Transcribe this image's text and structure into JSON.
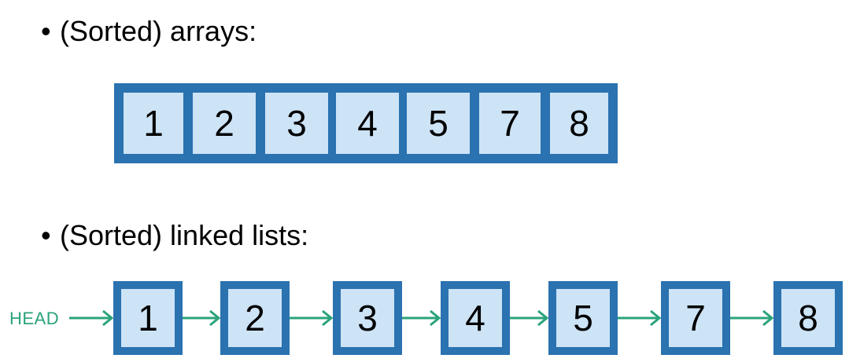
{
  "bullets": {
    "arrays": "(Sorted) arrays:",
    "lists": "(Sorted) linked lists:",
    "symbol": "•"
  },
  "array": {
    "values": [
      "1",
      "2",
      "3",
      "4",
      "5",
      "7",
      "8"
    ]
  },
  "linked_list": {
    "head_label": "HEAD",
    "values": [
      "1",
      "2",
      "3",
      "4",
      "5",
      "7",
      "8"
    ]
  },
  "colors": {
    "border_blue": "#2a72b0",
    "cell_fill": "#cde3f6",
    "arrow_green": "#2aa37a"
  }
}
